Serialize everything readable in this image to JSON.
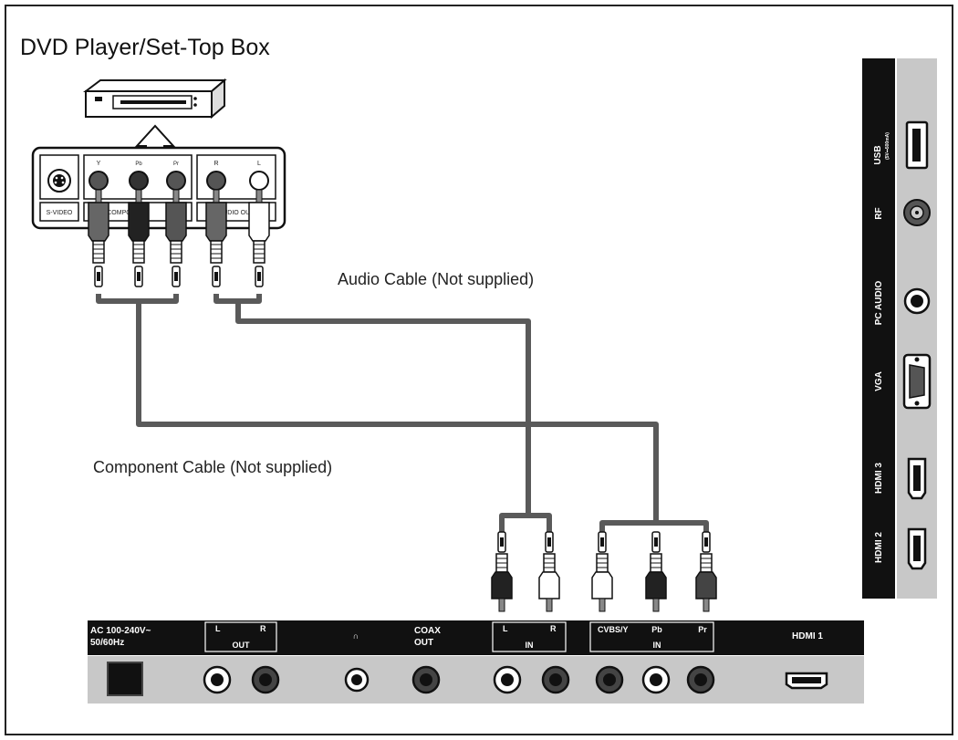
{
  "title": "DVD Player/Set-Top Box",
  "captions": {
    "audio": "Audio Cable (Not supplied)",
    "component": "Component Cable (Not supplied)"
  },
  "source_panel": {
    "jacks": [
      "Y",
      "Pb",
      "Pr",
      "R",
      "L"
    ],
    "svideo_label": "S-VIDEO",
    "component_label": "COMPONENT",
    "audio_label": "AUDIO OUT"
  },
  "side_panel": {
    "usb": "USB",
    "usb_sub": "(5V⎓500mA)",
    "rf": "RF",
    "pc_audio": "PC AUDIO",
    "vga": "VGA",
    "hdmi3": "HDMI 3",
    "hdmi2": "HDMI 2"
  },
  "bottom_panel": {
    "ac_line1": "AC 100-240V~",
    "ac_line2": "50/60Hz",
    "out_l": "L",
    "out_r": "R",
    "out": "OUT",
    "headphone": "∩",
    "coax_line1": "COAX",
    "coax_line2": "OUT",
    "in_l": "L",
    "in_r": "R",
    "in": "IN",
    "cvbs": "CVBS/Y",
    "pb": "Pb",
    "pr": "Pr",
    "in2": "IN",
    "hdmi1": "HDMI 1"
  },
  "colors": {
    "cable": "#5a5a5a",
    "panel_black": "#111111",
    "panel_gray": "#c8c8c8"
  }
}
